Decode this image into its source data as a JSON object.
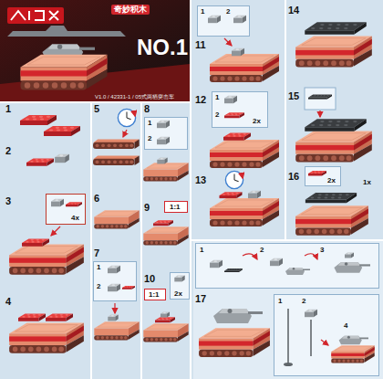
{
  "diagram": {
    "nodes": [
      {
        "text": [
          "奇妙积木",
          "NO.1",
          "V1.0 / 42331-1 / 05式两栖突击车"
        ]
      },
      {
        "text": [
          "4x"
        ]
      },
      {
        "text": [
          "1",
          "2"
        ]
      },
      {
        "text": [
          "1",
          "2"
        ]
      },
      {
        "text": [
          "1:1"
        ]
      },
      {
        "text": [
          "1:1"
        ]
      },
      {
        "text": [
          "2x"
        ]
      },
      {
        "text": [
          "1",
          "2"
        ]
      },
      {
        "text": [
          "1",
          "2",
          "2x"
        ]
      },
      {
        "text": [
          "2x"
        ]
      },
      {
        "text": [
          "1",
          "2",
          "3"
        ]
      },
      {
        "text": [
          "1",
          "2",
          "4"
        ]
      }
    ],
    "labels": [
      "1",
      "2",
      "3",
      "4",
      "5",
      "6",
      "7",
      "8",
      "9",
      "10",
      "11",
      "12",
      "13",
      "14",
      "15",
      "16",
      "17",
      "1x"
    ]
  }
}
